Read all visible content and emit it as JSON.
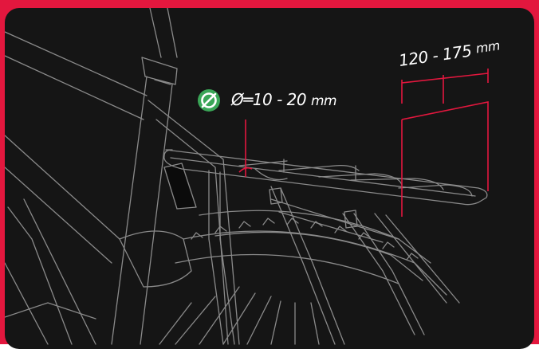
{
  "colors": {
    "frame": "#e3173e",
    "background": "#151515",
    "line_art": "#8a8a8a",
    "dimension_lines": "#e3173e",
    "badge": "#3aa657",
    "text": "#ffffff"
  },
  "labels": {
    "tube_diameter": "Ø═10 - 20",
    "tube_diameter_unit": "mm",
    "rack_width": "120 - 175",
    "rack_width_unit": "mm"
  },
  "icons": {
    "badge": "prohibited-circle-icon"
  }
}
